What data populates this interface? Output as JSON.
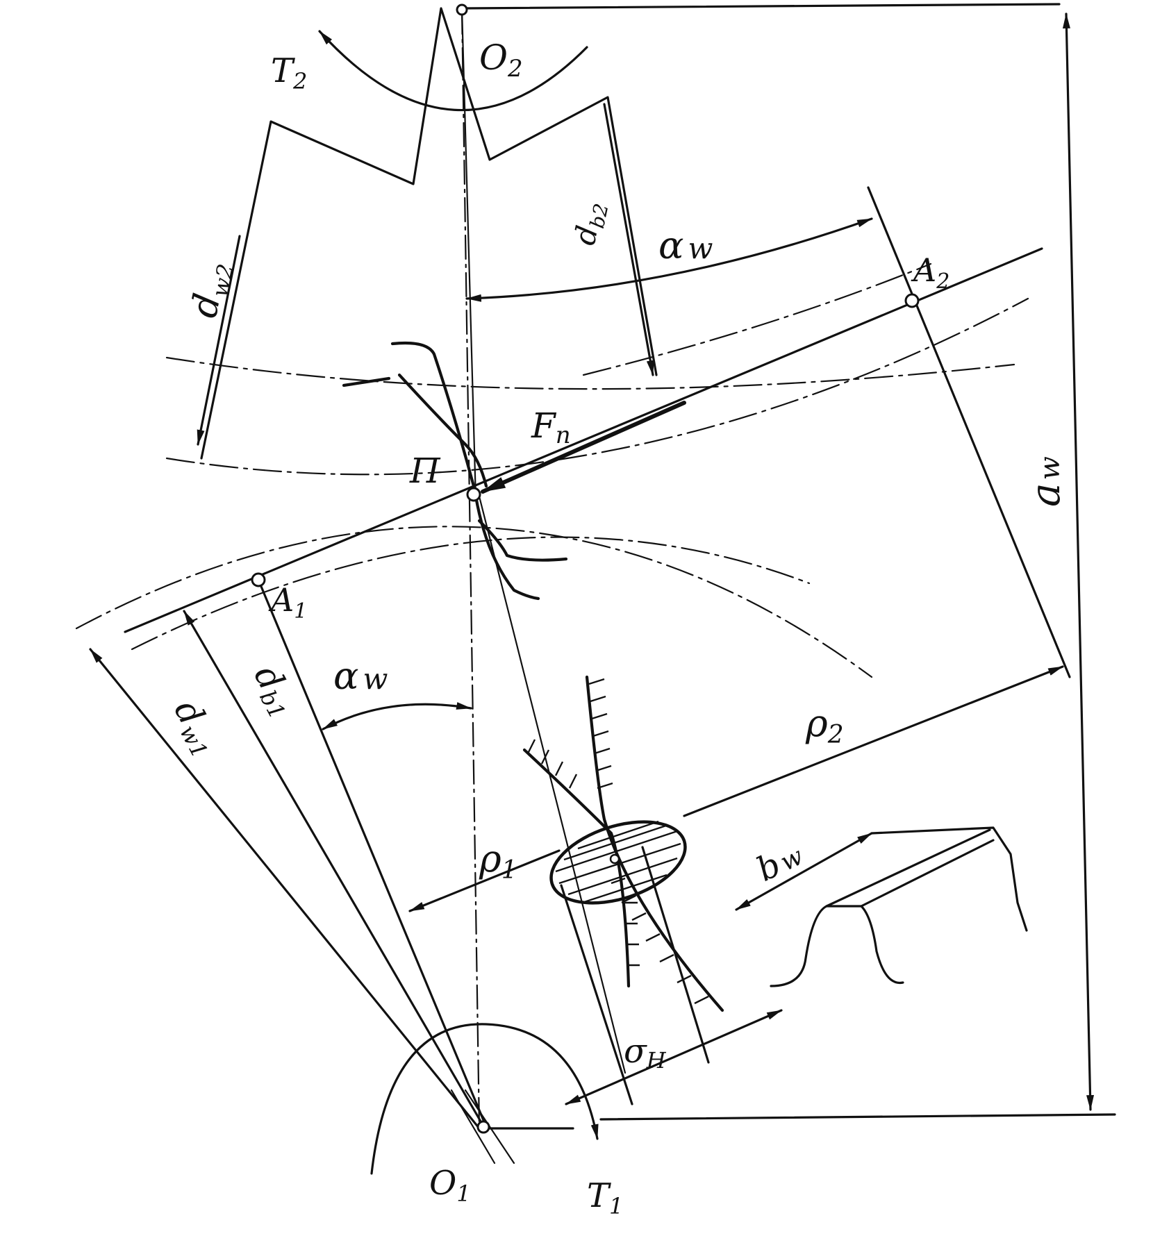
{
  "labels": {
    "o2": "O",
    "o2_sub": "2",
    "o1": "O",
    "o1_sub": "1",
    "t2": "T",
    "t2_sub": "2",
    "t1": "T",
    "t1_sub": "1",
    "dw2": "d",
    "dw2_sub": "w2",
    "db2": "d",
    "db2_sub": "b2",
    "dw1": "d",
    "dw1_sub": "w1",
    "db1": "d",
    "db1_sub": "b1",
    "alpha_w_top": "α",
    "alpha_w_top_sub": "w",
    "alpha_w_bottom": "α",
    "alpha_w_bottom_sub": "w",
    "a2": "A",
    "a2_sub": "2",
    "a1": "A",
    "a1_sub": "1",
    "fn": "F",
    "fn_sub": "n",
    "pole": "П",
    "aw": "a",
    "aw_sub": "w",
    "rho2": "ρ",
    "rho2_sub": "2",
    "rho1": "ρ",
    "rho1_sub": "1",
    "bw": "b",
    "bw_sub": "w",
    "sigma_h": "σ",
    "sigma_h_sub": "H"
  }
}
